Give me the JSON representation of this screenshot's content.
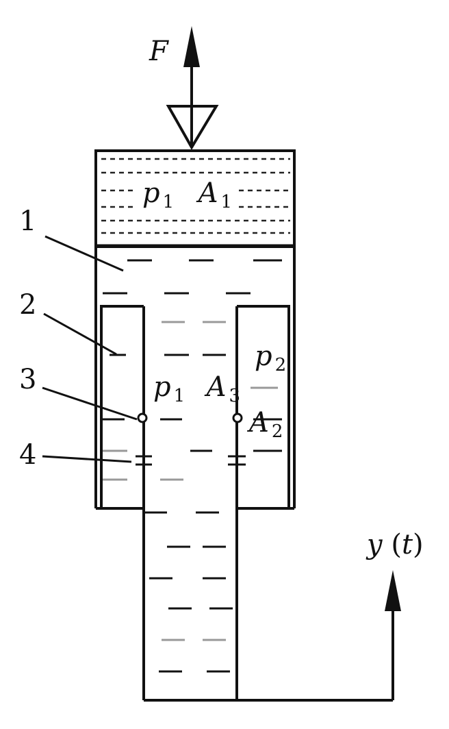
{
  "labels": {
    "force": "F",
    "part_1": "1",
    "part_2": "2",
    "part_3": "3",
    "part_4": "4",
    "top_chamber": {
      "symbol": "p",
      "sub": "1",
      "area_symbol": "A",
      "area_sub": "1"
    },
    "inner_chamber": {
      "symbol": "p",
      "sub": "1",
      "area_symbol": "A",
      "area_sub": "3"
    },
    "annulus_pressure": {
      "symbol": "p",
      "sub": "2"
    },
    "annulus_area": {
      "symbol": "A",
      "sub": "2"
    },
    "output": {
      "symbol": "y",
      "arg": "t"
    }
  },
  "colors": {
    "line": "#111111",
    "dash": "#222222",
    "light_dash": "#999999"
  }
}
